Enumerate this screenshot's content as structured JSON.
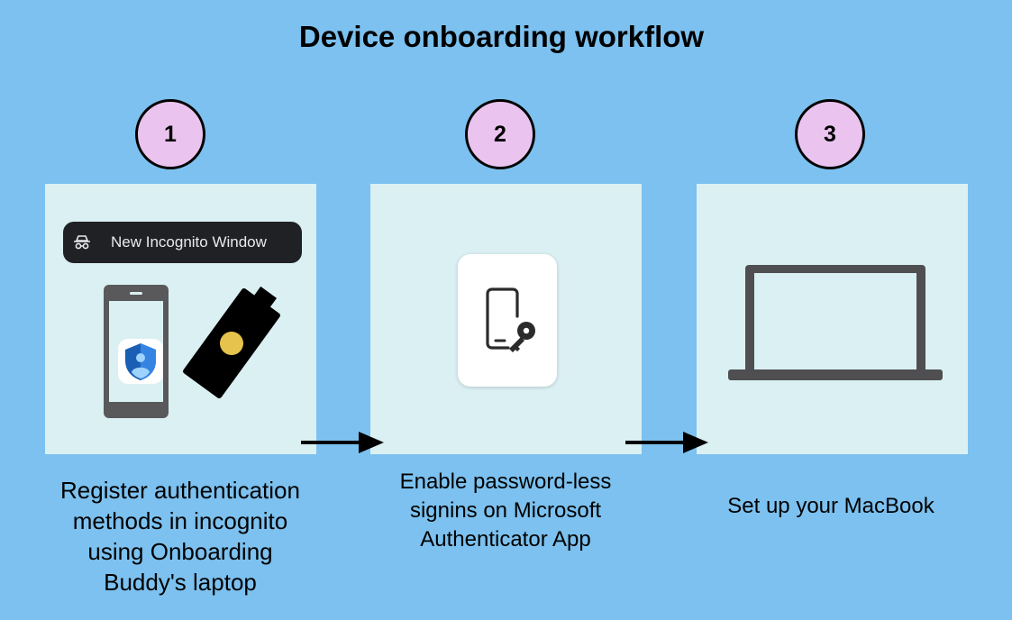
{
  "title": "Device onboarding workflow",
  "steps": [
    {
      "number": "1",
      "caption_lines": [
        "Register authentication",
        "methods in incognito",
        "using Onboarding",
        "Buddy's laptop"
      ],
      "incognito_label": "New Incognito Window",
      "icons": [
        "incognito-icon",
        "phone-icon",
        "microsoft-authenticator-icon",
        "security-key-icon"
      ]
    },
    {
      "number": "2",
      "caption_lines": [
        "Enable password-less",
        "signins on Microsoft",
        "Authenticator App"
      ],
      "icons": [
        "phone-key-icon"
      ]
    },
    {
      "number": "3",
      "caption_lines": [
        "Set up your MacBook"
      ],
      "icons": [
        "laptop-icon"
      ]
    }
  ],
  "colors": {
    "background": "#7cc1ef",
    "panel": "#dbf0f3",
    "step_circle": "#eac4ef",
    "device_gray": "#59595b",
    "key_dot": "#e6c34c"
  }
}
